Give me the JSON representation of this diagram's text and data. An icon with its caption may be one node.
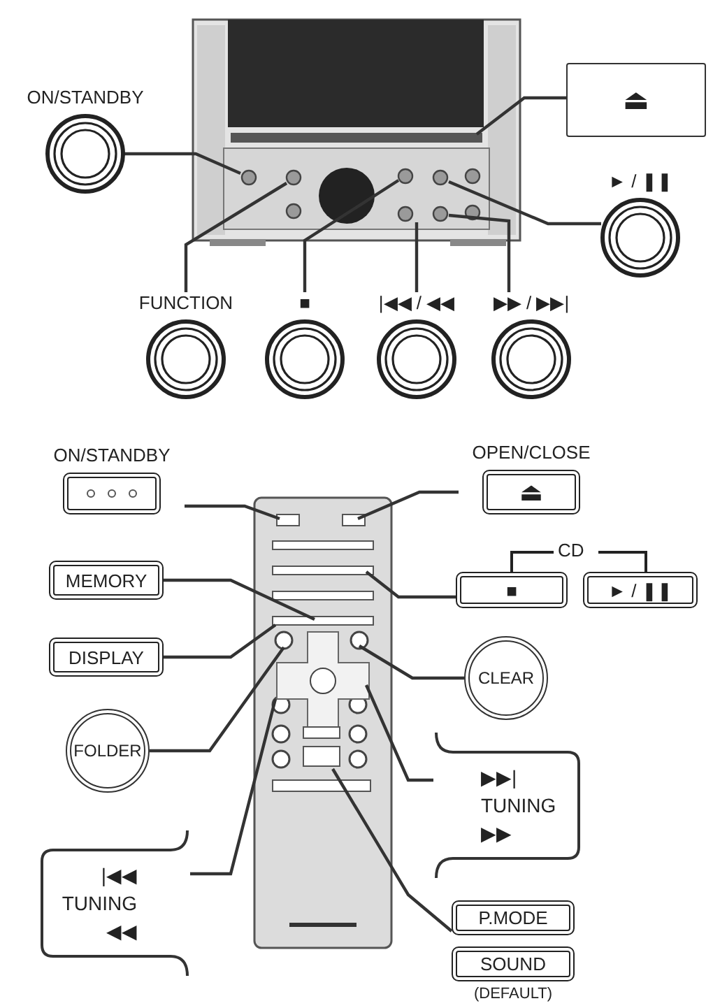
{
  "diagram": {
    "nodes": [
      {
        "text": [
          "ON/STANDBY"
        ]
      },
      {
        "text": [
          "⏏"
        ]
      },
      {
        "text": [
          "► / ❚❚"
        ]
      },
      {
        "text": [
          "FUNCTION"
        ]
      },
      {
        "text": [
          "■"
        ]
      },
      {
        "text": [
          "|◀◀ / ◀◀"
        ]
      },
      {
        "text": [
          "▶▶ / ▶▶|"
        ]
      },
      {
        "text": [
          "ON/STANDBY"
        ]
      },
      {
        "text": [
          "OPEN/CLOSE",
          "⏏"
        ]
      },
      {
        "text": [
          "MEMORY"
        ]
      },
      {
        "text": [
          "■"
        ]
      },
      {
        "text": [
          "► / ❚❚"
        ]
      },
      {
        "text": [
          "DISPLAY"
        ]
      },
      {
        "text": [
          "CLEAR"
        ]
      },
      {
        "text": [
          "FOLDER"
        ]
      },
      {
        "text": [
          "▶▶|",
          "TUNING",
          "▶▶"
        ]
      },
      {
        "text": [
          "|◀◀",
          "TUNING",
          "◀◀"
        ]
      },
      {
        "text": [
          "P.MODE"
        ]
      },
      {
        "text": [
          "SOUND"
        ],
        "beside": [
          "(DEFAULT)"
        ]
      }
    ],
    "edges": [
      {
        "from": 0,
        "to": null,
        "arrow": "none"
      },
      {
        "from": 1,
        "to": null,
        "arrow": "none"
      },
      {
        "from": 2,
        "to": null,
        "arrow": "none"
      },
      {
        "from": 3,
        "to": null,
        "arrow": "none"
      },
      {
        "from": 4,
        "to": null,
        "arrow": "none"
      },
      {
        "from": 5,
        "to": null,
        "arrow": "none"
      },
      {
        "from": 6,
        "to": null,
        "arrow": "none"
      },
      {
        "from": 7,
        "to": null,
        "arrow": "none"
      },
      {
        "from": 8,
        "to": null,
        "arrow": "none"
      },
      {
        "from": 9,
        "to": null,
        "arrow": "none"
      },
      {
        "from": 10,
        "to": null,
        "arrow": "none"
      },
      {
        "from": 12,
        "to": null,
        "arrow": "none"
      },
      {
        "from": 13,
        "to": null,
        "arrow": "none"
      },
      {
        "from": 14,
        "to": null,
        "arrow": "none"
      },
      {
        "from": 15,
        "to": null,
        "arrow": "none"
      },
      {
        "from": 16,
        "to": null,
        "arrow": "none"
      },
      {
        "from": 17,
        "to": null,
        "arrow": "none"
      }
    ],
    "labels": [
      "CD"
    ]
  }
}
